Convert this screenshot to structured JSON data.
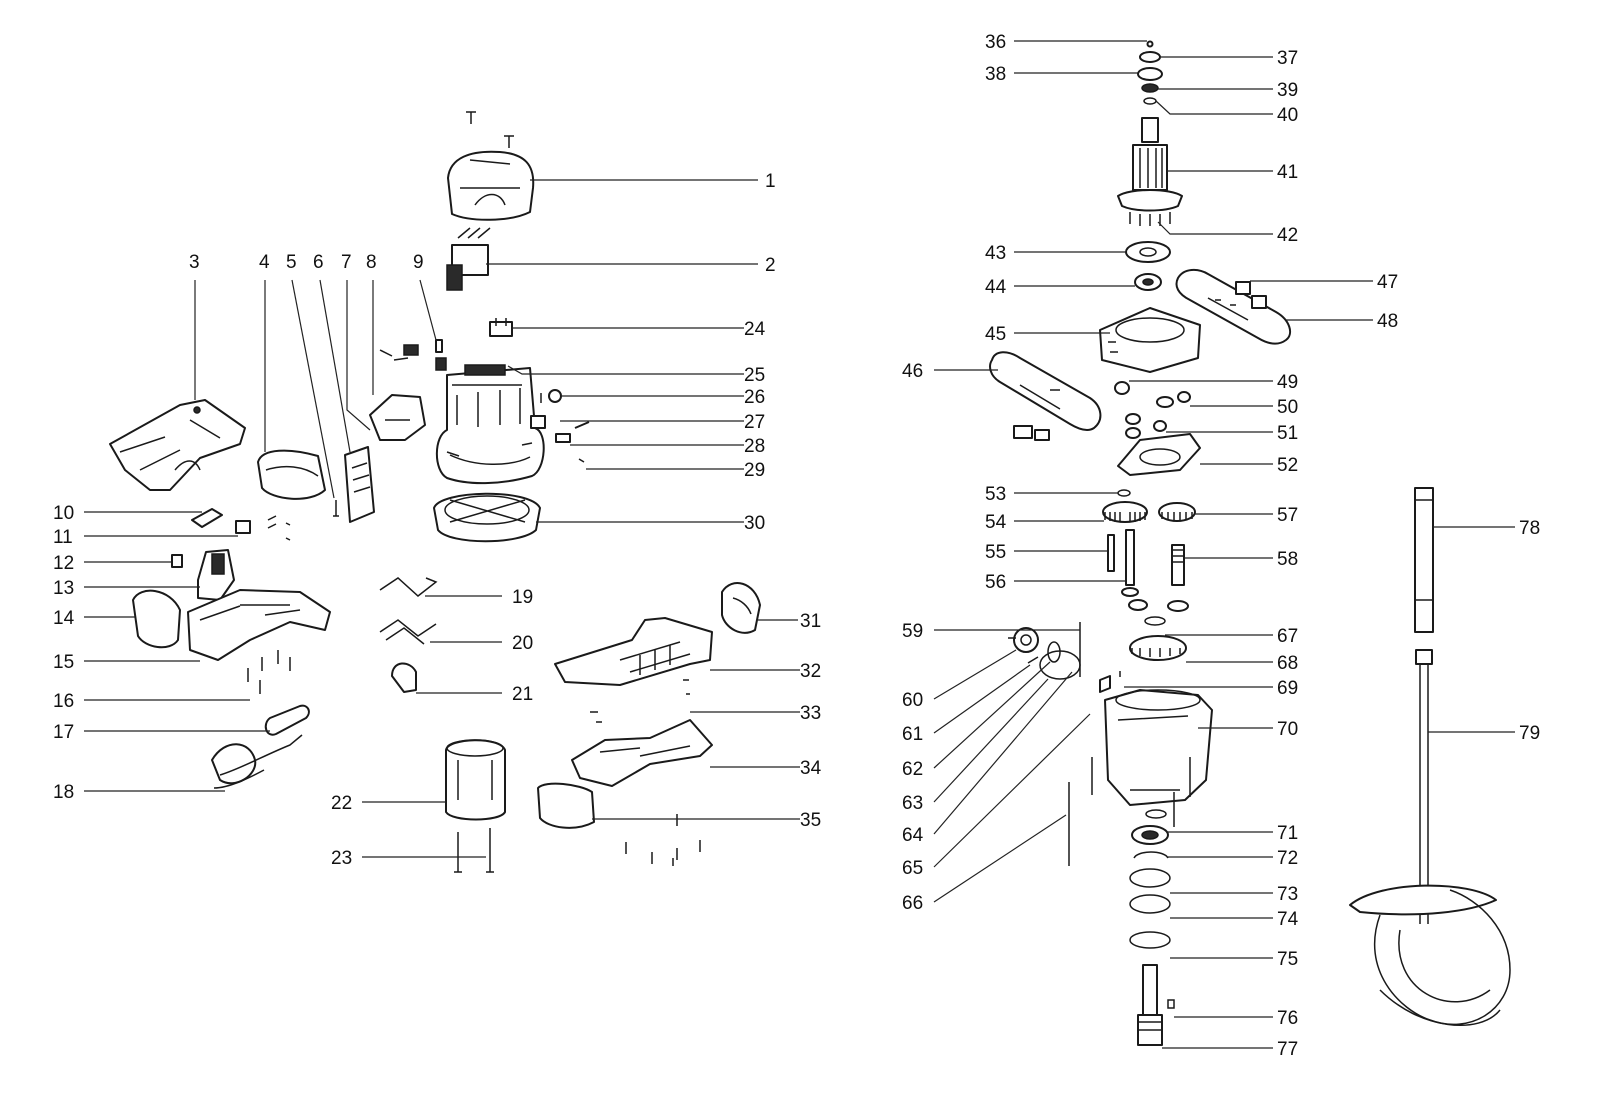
{
  "callouts": [
    {
      "n": "1"
    },
    {
      "n": "2"
    },
    {
      "n": "3"
    },
    {
      "n": "4"
    },
    {
      "n": "5"
    },
    {
      "n": "6"
    },
    {
      "n": "7"
    },
    {
      "n": "8"
    },
    {
      "n": "9"
    },
    {
      "n": "10"
    },
    {
      "n": "11"
    },
    {
      "n": "12"
    },
    {
      "n": "13"
    },
    {
      "n": "14"
    },
    {
      "n": "15"
    },
    {
      "n": "16"
    },
    {
      "n": "17"
    },
    {
      "n": "18"
    },
    {
      "n": "19"
    },
    {
      "n": "20"
    },
    {
      "n": "21"
    },
    {
      "n": "22"
    },
    {
      "n": "23"
    },
    {
      "n": "24"
    },
    {
      "n": "25"
    },
    {
      "n": "26"
    },
    {
      "n": "27"
    },
    {
      "n": "28"
    },
    {
      "n": "29"
    },
    {
      "n": "30"
    },
    {
      "n": "31"
    },
    {
      "n": "32"
    },
    {
      "n": "33"
    },
    {
      "n": "34"
    },
    {
      "n": "35"
    },
    {
      "n": "36"
    },
    {
      "n": "37"
    },
    {
      "n": "38"
    },
    {
      "n": "39"
    },
    {
      "n": "40"
    },
    {
      "n": "41"
    },
    {
      "n": "42"
    },
    {
      "n": "43"
    },
    {
      "n": "44"
    },
    {
      "n": "45"
    },
    {
      "n": "46"
    },
    {
      "n": "47"
    },
    {
      "n": "48"
    },
    {
      "n": "49"
    },
    {
      "n": "50"
    },
    {
      "n": "51"
    },
    {
      "n": "52"
    },
    {
      "n": "53"
    },
    {
      "n": "54"
    },
    {
      "n": "55"
    },
    {
      "n": "56"
    },
    {
      "n": "57"
    },
    {
      "n": "58"
    },
    {
      "n": "59"
    },
    {
      "n": "60"
    },
    {
      "n": "61"
    },
    {
      "n": "62"
    },
    {
      "n": "63"
    },
    {
      "n": "64"
    },
    {
      "n": "65"
    },
    {
      "n": "66"
    },
    {
      "n": "67"
    },
    {
      "n": "68"
    },
    {
      "n": "69"
    },
    {
      "n": "70"
    },
    {
      "n": "71"
    },
    {
      "n": "72"
    },
    {
      "n": "73"
    },
    {
      "n": "74"
    },
    {
      "n": "75"
    },
    {
      "n": "76"
    },
    {
      "n": "77"
    },
    {
      "n": "78"
    },
    {
      "n": "79"
    }
  ],
  "colors": {
    "line": "#1a1a1a",
    "background": "#ffffff"
  }
}
